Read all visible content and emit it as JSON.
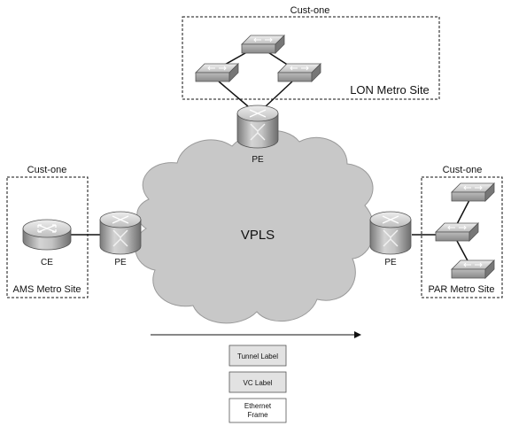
{
  "sites": {
    "lon": {
      "customer": "Cust-one",
      "name": "LON Metro Site"
    },
    "ams": {
      "customer": "Cust-one",
      "name": "AMS Metro Site",
      "ce_label": "CE"
    },
    "par": {
      "customer": "Cust-one",
      "name": "PAR Metro Site"
    }
  },
  "pe_labels": {
    "top": "PE",
    "left": "PE",
    "right": "PE"
  },
  "cloud_label": "VPLS",
  "label_stack": {
    "tunnel": "Tunnel Label",
    "vc": "VC Label",
    "ethernet_line1": "Ethernet",
    "ethernet_line2": "Frame"
  },
  "colors": {
    "cloud": "#c8c8c8",
    "device_light": "#d8d8d8",
    "device_dark": "#8f8f8f",
    "stack_box": "#e2e2e2"
  }
}
